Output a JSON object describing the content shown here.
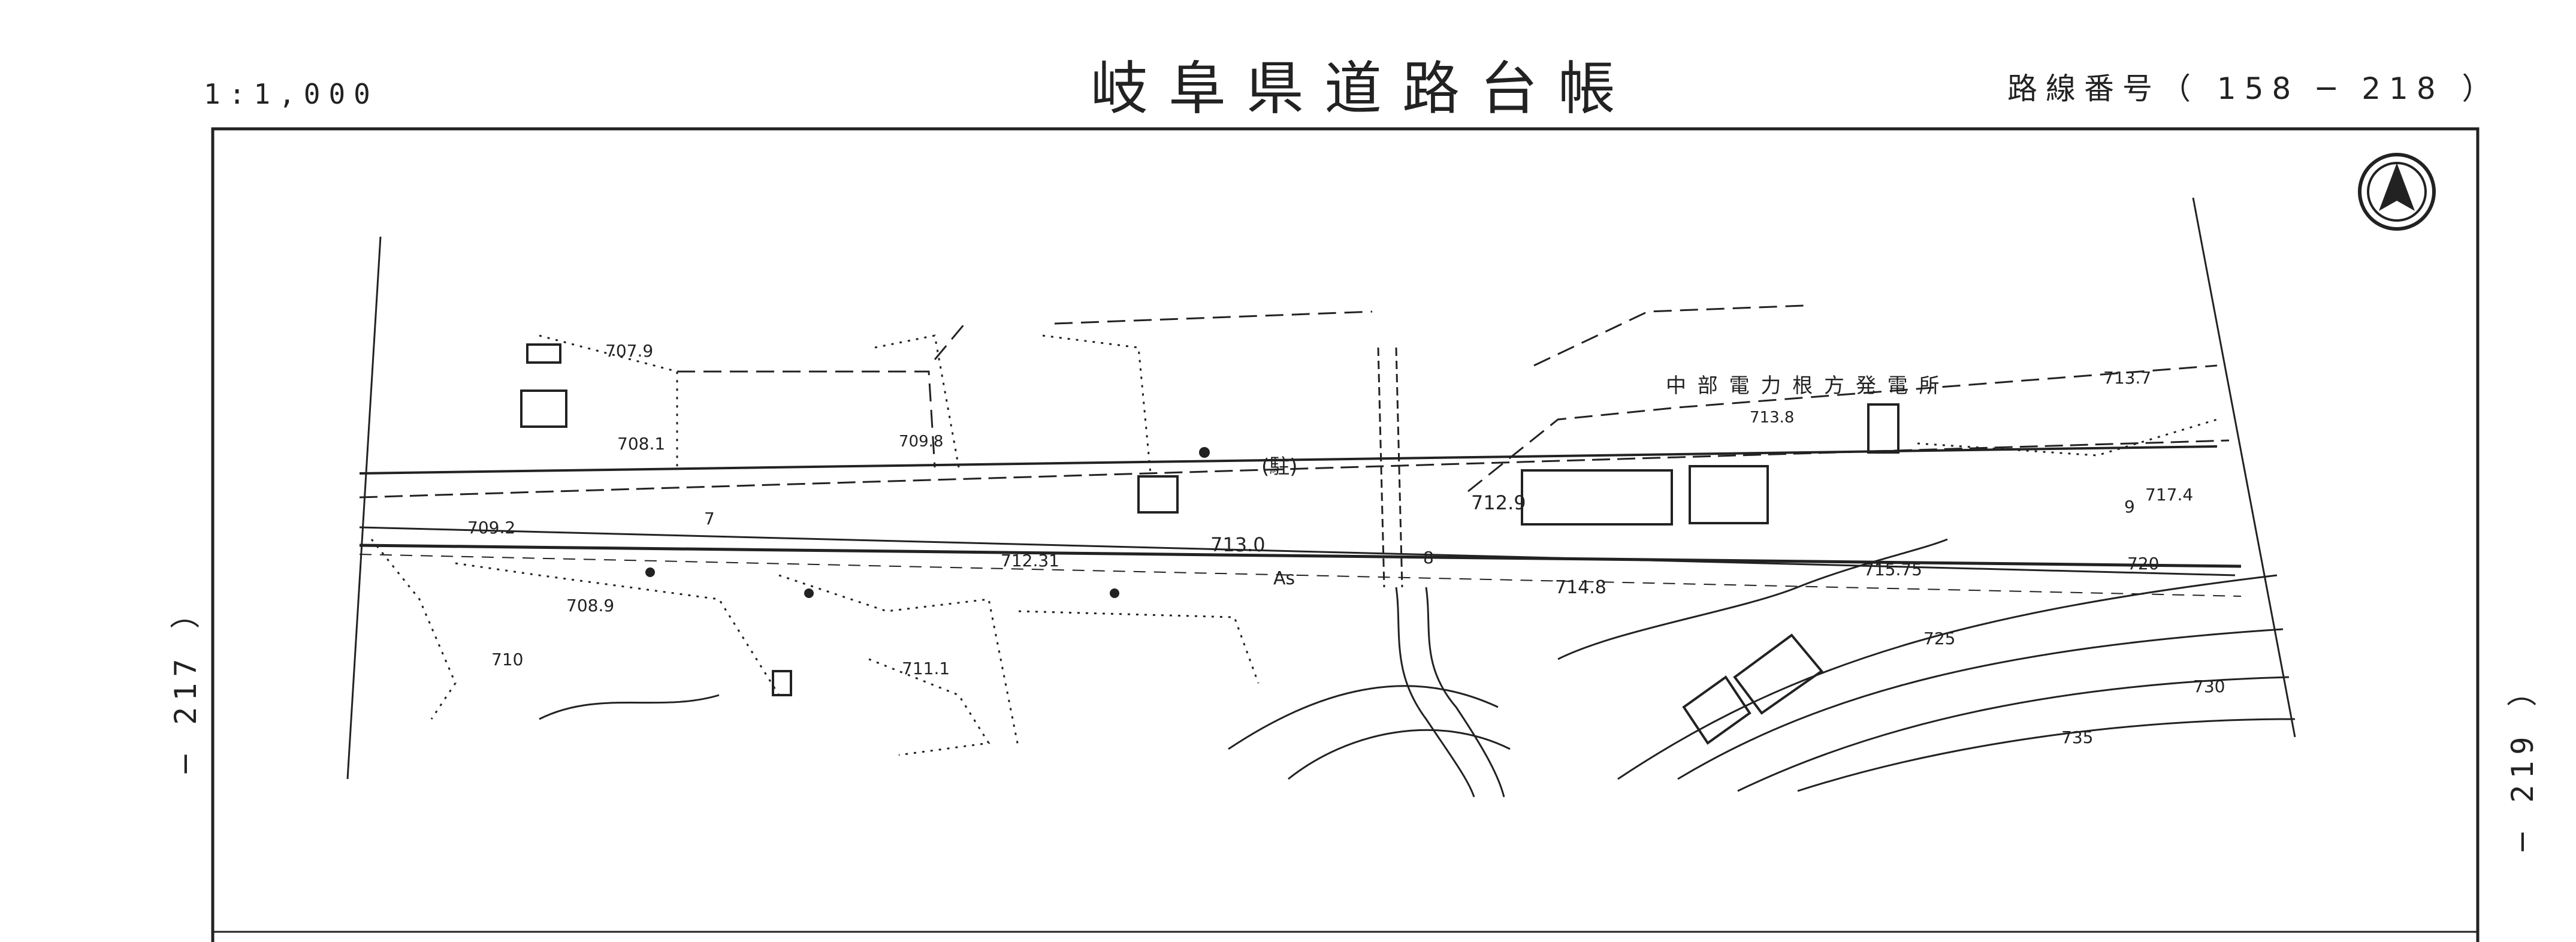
{
  "header": {
    "scale": "1:1,000",
    "title": "岐阜県道路台帳",
    "route_label": "路線番号",
    "route_number": "（ 158 ─ 218 ）"
  },
  "side_marks": {
    "left": "─ 217 ）",
    "right": "─ 219 ）"
  },
  "map": {
    "facility_name": "中 部 電 力 根 方 発 電 所",
    "parking_label": "(駐)",
    "pavement_label": "As",
    "elevations": [
      "707.9",
      "708.1",
      "709.8",
      "709.2",
      "708.9",
      "712.31",
      "713.0",
      "711.1",
      "712.9",
      "714.8",
      "713.8",
      "713.7",
      "715.75",
      "717.4"
    ],
    "station_marks": [
      "7",
      "8",
      "9"
    ],
    "contours": [
      "710",
      "720",
      "725",
      "730",
      "735"
    ],
    "colors": {
      "line": "#222222",
      "background": "#ffffff"
    },
    "north_arrow_icon": "north-arrow-icon"
  }
}
